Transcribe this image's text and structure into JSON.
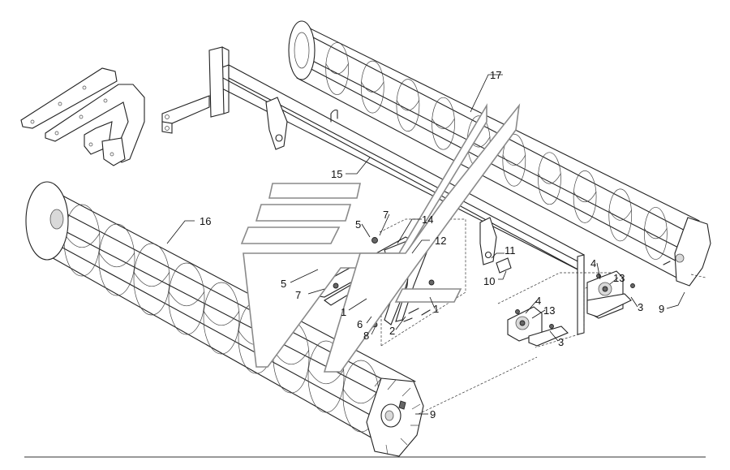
{
  "callouts": [
    {
      "id": "c17",
      "text": "17"
    },
    {
      "id": "c15",
      "text": "15"
    },
    {
      "id": "c16",
      "text": "16"
    },
    {
      "id": "c14",
      "text": "14"
    },
    {
      "id": "c12",
      "text": "12"
    },
    {
      "id": "c11",
      "text": "11"
    },
    {
      "id": "c10",
      "text": "10"
    },
    {
      "id": "c5a",
      "text": "5"
    },
    {
      "id": "c7a",
      "text": "7"
    },
    {
      "id": "c5b",
      "text": "5"
    },
    {
      "id": "c7b",
      "text": "7"
    },
    {
      "id": "c1a",
      "text": "1"
    },
    {
      "id": "c1b",
      "text": "1"
    },
    {
      "id": "c6",
      "text": "6"
    },
    {
      "id": "c8",
      "text": "8"
    },
    {
      "id": "c2",
      "text": "2"
    },
    {
      "id": "c4a",
      "text": "4"
    },
    {
      "id": "c13a",
      "text": "13"
    },
    {
      "id": "c3a",
      "text": "3"
    },
    {
      "id": "c9a",
      "text": "9"
    },
    {
      "id": "c4b",
      "text": "4"
    },
    {
      "id": "c13b",
      "text": "13"
    },
    {
      "id": "c3b",
      "text": "3"
    },
    {
      "id": "c9b",
      "text": "9"
    }
  ]
}
